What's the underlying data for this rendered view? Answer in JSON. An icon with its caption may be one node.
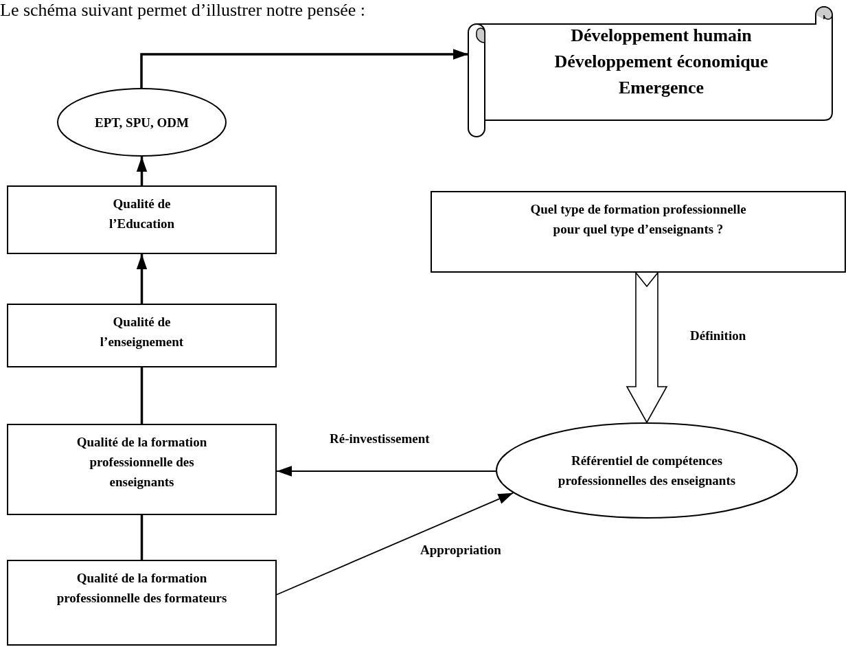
{
  "diagram": {
    "title": "Le schéma suivant permet d’illustrer notre pensée :",
    "nodes": [
      {
        "text": [
          "Développement humain Développement économique Emergence"
        ]
      },
      {
        "text": [
          "EPT, SPU, ODM"
        ]
      },
      {
        "text": [
          "Qualité de l’Education"
        ]
      },
      {
        "text": [
          "Quel type de formation professionnelle pour quel type d’enseignants ?"
        ]
      },
      {
        "text": [
          "Qualité de l’enseignement"
        ]
      },
      {
        "text": [
          "Qualité de la formation professionnelle des enseignants"
        ]
      },
      {
        "text": [
          "Référentiel de compétences professionnelles des enseignants"
        ]
      },
      {
        "text": [
          "Qualité de la formation professionnelle des formateurs"
        ]
      }
    ],
    "edges": [
      {
        "from": 1,
        "to": 0,
        "arrow": "to"
      },
      {
        "from": 2,
        "to": 1,
        "arrow": "to"
      },
      {
        "from": 4,
        "to": 2,
        "arrow": "to"
      },
      {
        "from": 5,
        "to": 4,
        "arrow": "none"
      },
      {
        "from": 7,
        "to": 5,
        "arrow": "none"
      },
      {
        "from": 3,
        "to": 6,
        "arrow": "to",
        "label": "Définition"
      },
      {
        "from": 6,
        "to": 5,
        "arrow": "to",
        "label": "Ré-investissement"
      },
      {
        "from": 7,
        "to": 6,
        "arrow": "to",
        "label": "Appropriation"
      }
    ]
  }
}
